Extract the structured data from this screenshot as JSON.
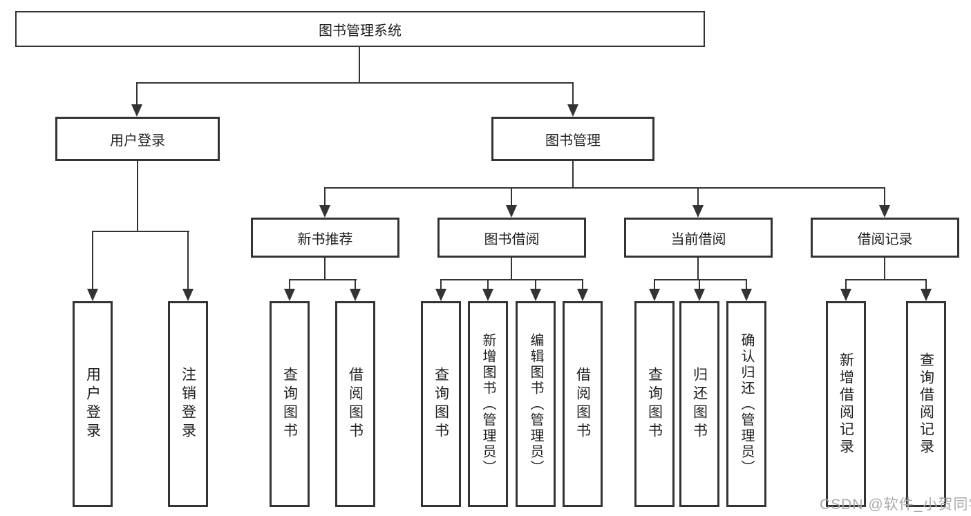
{
  "diagram": {
    "root": {
      "label": "图书管理系统"
    },
    "level2": [
      {
        "label": "用户登录"
      },
      {
        "label": "图书管理"
      }
    ],
    "level3": [
      {
        "label": "新书推荐",
        "parent": "图书管理"
      },
      {
        "label": "图书借阅",
        "parent": "图书管理"
      },
      {
        "label": "当前借阅",
        "parent": "图书管理"
      },
      {
        "label": "借阅记录",
        "parent": "图书管理"
      }
    ],
    "leaves": [
      {
        "label": "用户登录",
        "parent": "用户登录"
      },
      {
        "label": "注销登录",
        "parent": "用户登录"
      },
      {
        "label": "查询图书",
        "parent": "新书推荐"
      },
      {
        "label": "借阅图书",
        "parent": "新书推荐"
      },
      {
        "label": "查询图书",
        "parent": "图书借阅"
      },
      {
        "label": "新增图书（管理员）",
        "parent": "图书借阅"
      },
      {
        "label": "编辑图书（管理员）",
        "parent": "图书借阅"
      },
      {
        "label": "借阅图书",
        "parent": "图书借阅"
      },
      {
        "label": "查询图书",
        "parent": "当前借阅"
      },
      {
        "label": "归还图书",
        "parent": "当前借阅"
      },
      {
        "label": "确认归还（管理员）",
        "parent": "当前借阅"
      },
      {
        "label": "新增借阅记录",
        "parent": "借阅记录"
      },
      {
        "label": "查询借阅记录",
        "parent": "借阅记录"
      }
    ]
  },
  "watermark": {
    "text": "CSDN @软件_小贺同学"
  },
  "colors": {
    "line": "#333333",
    "box_border": "#333333",
    "text": "#1f1f1f",
    "background": "#ffffff",
    "watermark": "#a9a9a9"
  }
}
